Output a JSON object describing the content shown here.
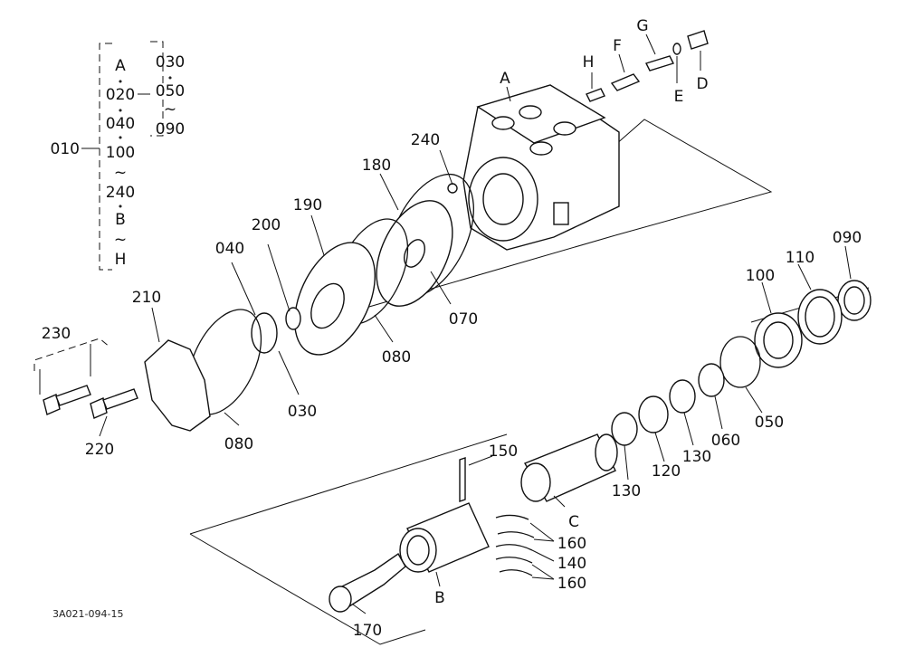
{
  "group": {
    "main": "010",
    "left_list": [
      "A",
      "020",
      "040",
      "100",
      "240",
      "B",
      "H"
    ],
    "left_separators": [
      "•",
      "•",
      "•",
      "~",
      "•",
      "~"
    ],
    "right_list": [
      "030",
      "050",
      "090"
    ],
    "right_separators": [
      "•",
      "~"
    ]
  },
  "parts": {
    "p030": "030",
    "p040": "040",
    "p050": "050",
    "p060": "060",
    "p070": "070",
    "p080a": "080",
    "p080b": "080",
    "p090": "090",
    "p100": "100",
    "p110": "110",
    "p120": "120",
    "p130a": "130",
    "p130b": "130",
    "p140": "140",
    "p150": "150",
    "p160a": "160",
    "p160b": "160",
    "p170": "170",
    "p180": "180",
    "p190": "190",
    "p200": "200",
    "p210": "210",
    "p220": "220",
    "p230": "230",
    "p240": "240",
    "A": "A",
    "B": "B",
    "C": "C",
    "D": "D",
    "E": "E",
    "F": "F",
    "G": "G",
    "H": "H"
  },
  "footer_code": "3A021-094-15"
}
